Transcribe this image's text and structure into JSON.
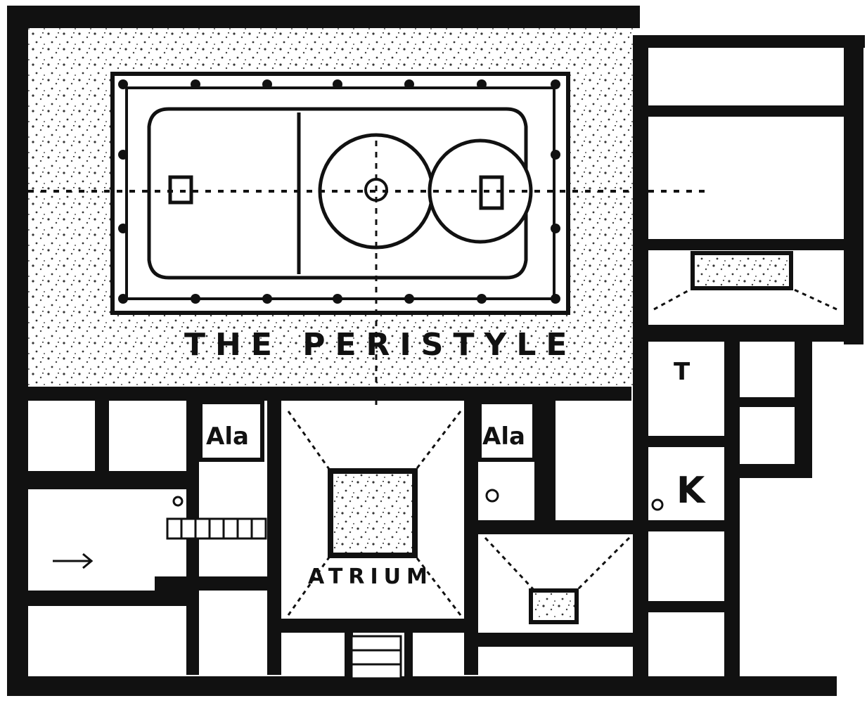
{
  "plan": {
    "peristyle_label": "THE PERISTYLE",
    "atrium_label": "ATRIUM",
    "ala_left": "Ala",
    "ala_right": "Ala",
    "room_t": "T",
    "room_k": "K"
  },
  "colors": {
    "ink": "#111111",
    "paper": "#ffffff",
    "stipple": "#555555"
  }
}
